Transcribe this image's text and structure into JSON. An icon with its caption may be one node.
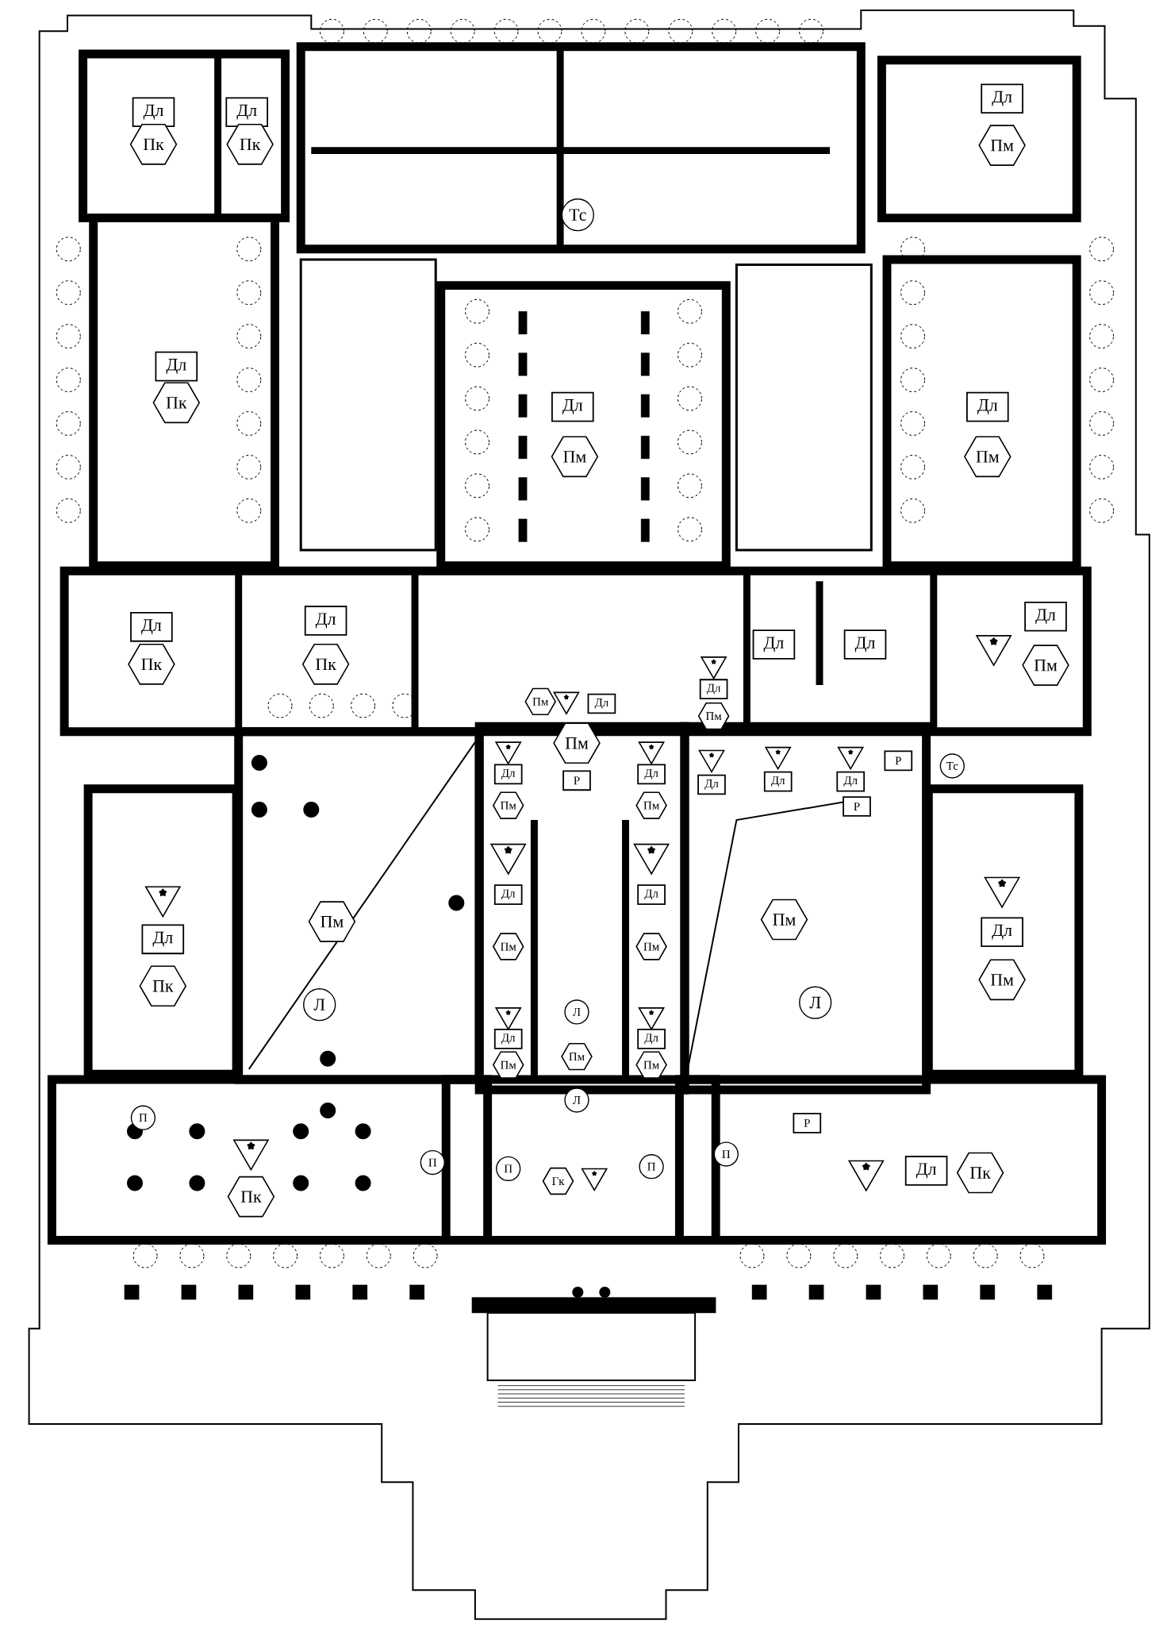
{
  "diagram": {
    "nodes": [
      {
        "text": [
          "Дл"
        ]
      },
      {
        "text": [
          "Пк"
        ]
      },
      {
        "text": [
          "Дл"
        ]
      },
      {
        "text": [
          "Пк"
        ]
      },
      {
        "text": [
          "Тс"
        ]
      },
      {
        "text": [
          "Дл"
        ]
      },
      {
        "text": [
          "Пм"
        ]
      },
      {
        "text": [
          "Дл"
        ]
      },
      {
        "text": [
          "Пк"
        ]
      },
      {
        "text": [
          "Дл"
        ]
      },
      {
        "text": [
          "Пм"
        ]
      },
      {
        "text": [
          "Дл"
        ]
      },
      {
        "text": [
          "Пм"
        ]
      },
      {
        "text": [
          "Дл"
        ]
      },
      {
        "text": [
          "Пк"
        ]
      },
      {
        "text": [
          "Дл"
        ]
      },
      {
        "text": [
          "Пк"
        ]
      },
      {
        "text": [
          "Дл"
        ]
      },
      {
        "text": [
          "Дл"
        ]
      },
      {
        "text": [
          "Дл"
        ]
      },
      {
        "text": [
          "Пм"
        ]
      },
      {
        "text": [
          "Пм"
        ]
      },
      {
        "text": [
          "Дл"
        ]
      },
      {
        "text": [
          "Дл"
        ]
      },
      {
        "text": [
          "Пм"
        ]
      },
      {
        "text": [
          "Дл"
        ]
      },
      {
        "text": [
          "Пм"
        ]
      },
      {
        "text": [
          "Пм"
        ]
      },
      {
        "text": [
          "Р"
        ]
      },
      {
        "text": [
          "Дл"
        ]
      },
      {
        "text": [
          "Пм"
        ]
      },
      {
        "text": [
          "Дл"
        ]
      },
      {
        "text": [
          "Дл"
        ]
      },
      {
        "text": [
          "Дл"
        ]
      },
      {
        "text": [
          "Р"
        ]
      },
      {
        "text": [
          "Тс"
        ]
      },
      {
        "text": [
          "Р"
        ]
      },
      {
        "text": [
          "Дл"
        ]
      },
      {
        "text": [
          "Пк"
        ]
      },
      {
        "text": [
          "Дл"
        ]
      },
      {
        "text": [
          "Пм"
        ]
      },
      {
        "text": [
          "Дл"
        ]
      },
      {
        "text": [
          "Пм"
        ]
      },
      {
        "text": [
          "Пм"
        ]
      },
      {
        "text": [
          "Пм"
        ]
      },
      {
        "text": [
          "Дл"
        ]
      },
      {
        "text": [
          "Пм"
        ]
      },
      {
        "text": [
          "Л"
        ]
      },
      {
        "text": [
          "Л"
        ]
      },
      {
        "text": [
          "Дл"
        ]
      },
      {
        "text": [
          "Пм"
        ]
      },
      {
        "text": [
          "Л"
        ]
      },
      {
        "text": [
          "Пм"
        ]
      },
      {
        "text": [
          "Дл"
        ]
      },
      {
        "text": [
          "Пм"
        ]
      },
      {
        "text": [
          "Л"
        ]
      },
      {
        "text": [
          "П"
        ]
      },
      {
        "text": [
          "Пк"
        ]
      },
      {
        "text": [
          "Р"
        ]
      },
      {
        "text": [
          "П"
        ]
      },
      {
        "text": [
          "П"
        ]
      },
      {
        "text": [
          "Гк"
        ]
      },
      {
        "text": [
          "П"
        ]
      },
      {
        "text": [
          "П"
        ]
      },
      {
        "text": [
          "Дл"
        ]
      },
      {
        "text": [
          "Пк"
        ]
      },
      {
        "text": [],
        "shape": "triangle"
      },
      {
        "text": [],
        "shape": "triangle"
      },
      {
        "text": [],
        "shape": "triangle"
      },
      {
        "text": [],
        "shape": "triangle"
      },
      {
        "text": [],
        "shape": "triangle"
      },
      {
        "text": [],
        "shape": "triangle"
      },
      {
        "text": [],
        "shape": "triangle"
      },
      {
        "text": [],
        "shape": "triangle"
      },
      {
        "text": [],
        "shape": "triangle"
      },
      {
        "text": [],
        "shape": "triangle"
      },
      {
        "text": [],
        "shape": "triangle"
      },
      {
        "text": [],
        "shape": "triangle"
      },
      {
        "text": [],
        "shape": "triangle"
      },
      {
        "text": [],
        "shape": "triangle"
      },
      {
        "text": [],
        "shape": "triangle"
      },
      {
        "text": [],
        "shape": "triangle"
      },
      {
        "text": [],
        "shape": "triangle"
      }
    ]
  }
}
